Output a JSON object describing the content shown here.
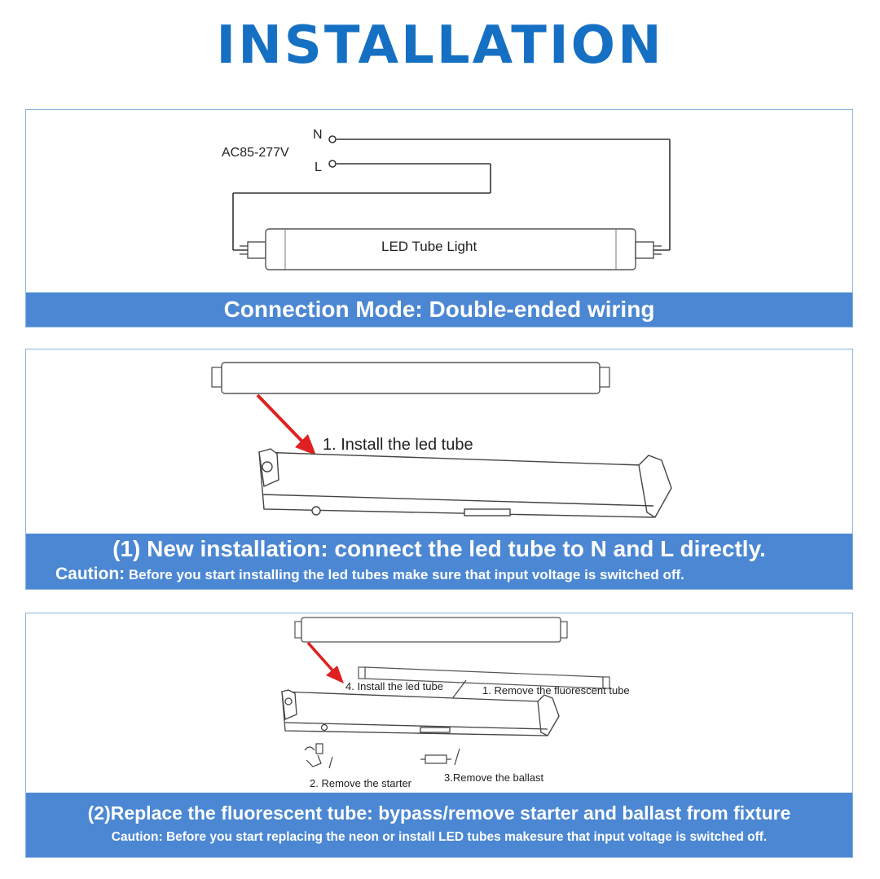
{
  "title": "INSTALLATION",
  "wiring": {
    "voltage": "AC85-277V",
    "neutral": "N",
    "line": "L",
    "tube_label": "LED Tube Light",
    "caption": "Connection Mode: Double-ended wiring"
  },
  "new_install": {
    "step_label": "1. Install the led tube",
    "caption": "(1) New installation: connect the led tube to N and L directly.",
    "caution_word": "Caution:",
    "caution_text": " Before you start installing the led tubes make sure that input voltage is switched off."
  },
  "replace": {
    "step_install": "4. Install the led tube",
    "step_remove_tube": "1. Remove the fluorescent tube",
    "step_remove_starter": "2. Remove the starter",
    "step_remove_ballast": "3.Remove the ballast",
    "caption": "(2)Replace the fluorescent tube: bypass/remove starter and ballast from fixture",
    "caution": "Caution: Before you start replacing the neon or install LED tubes makesure that input voltage is switched off."
  },
  "colors": {
    "title_blue": "#1570c3",
    "band_blue": "#4b87d3",
    "arrow_red": "#e02020"
  }
}
